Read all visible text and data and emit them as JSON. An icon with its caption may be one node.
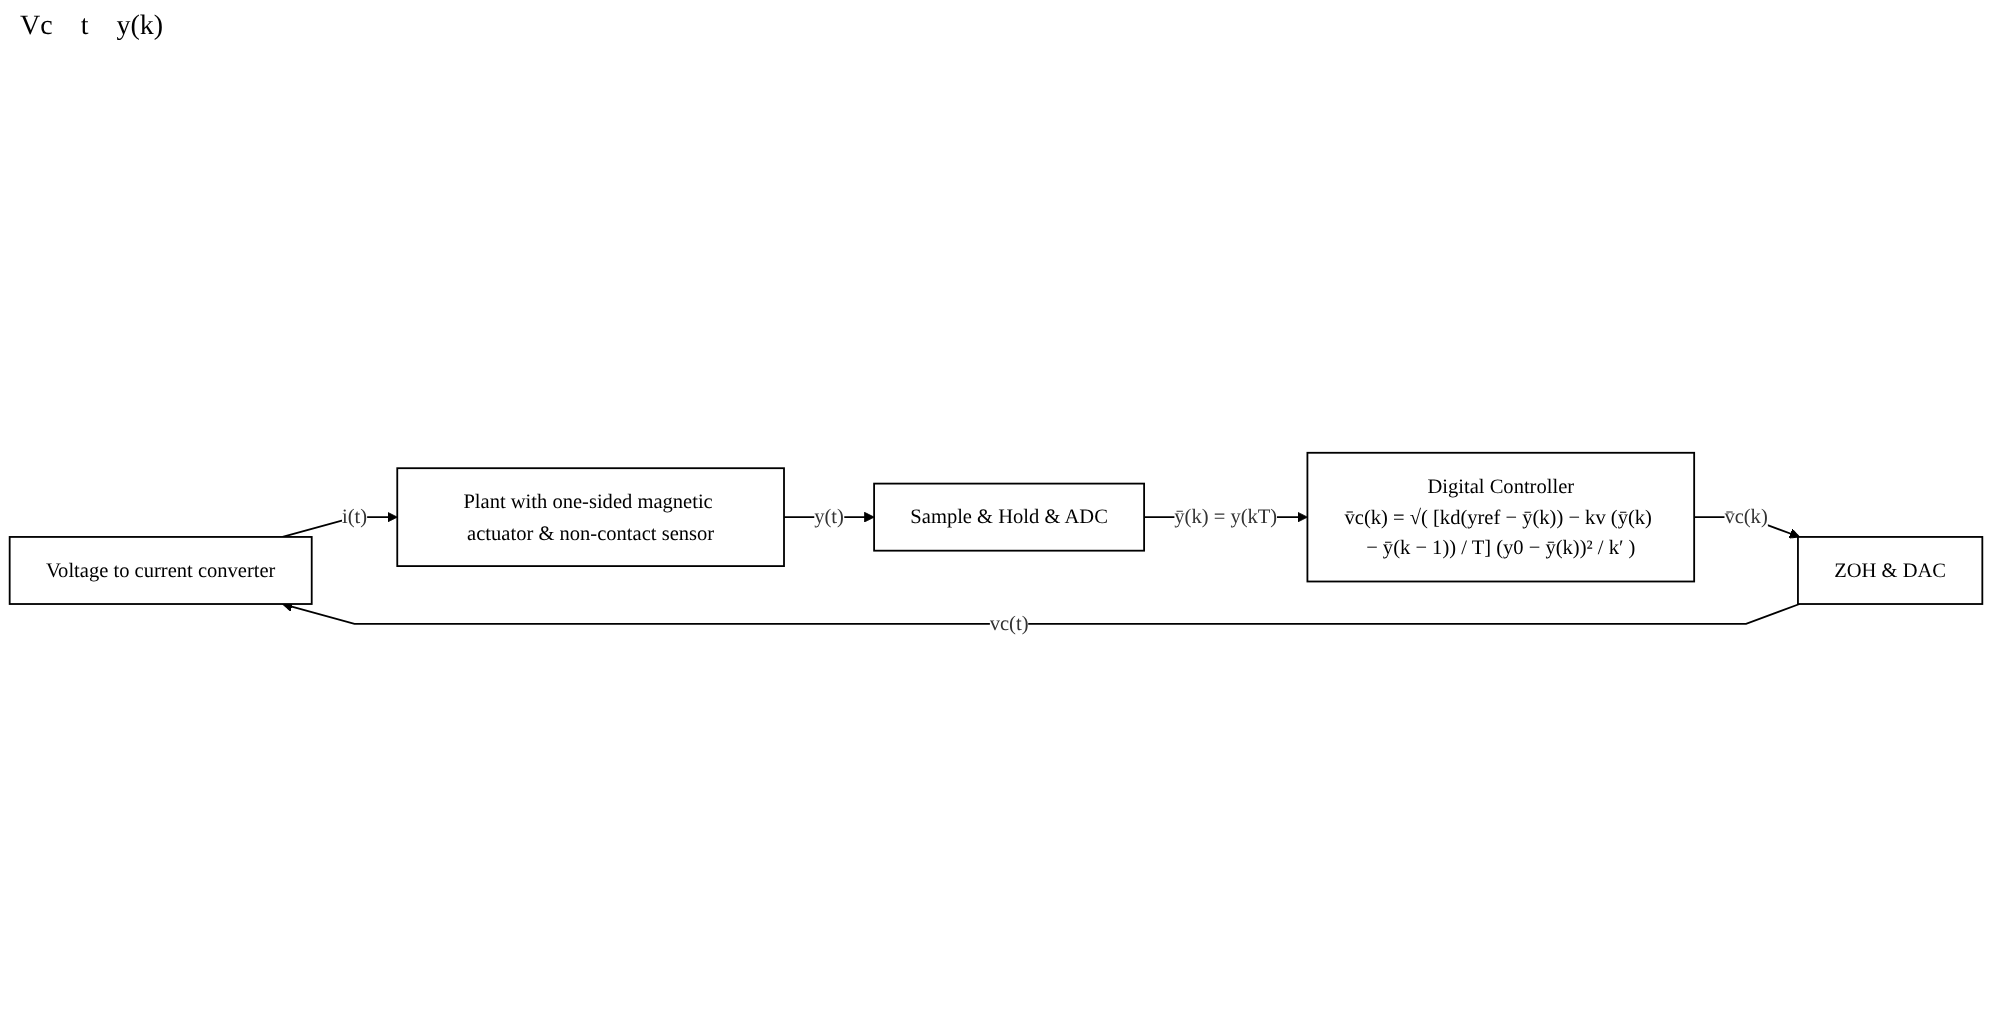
{
  "diagram": {
    "nodes": [
      {
        "text": [
          "Voltage to current converter"
        ]
      },
      {
        "text": [
          "Plant with one-sided magnetic actuator & non-contact sensor"
        ]
      },
      {
        "text": [
          "Sample & Hold & ADC"
        ]
      },
      {
        "text": [
          "Digital Controller",
          "v̄c(k) = √( [kd(yref − ȳ(k)) − kv (ȳ(k) − ȳ(k − 1)) / T] (y0 − ȳ(k))² / k′ )"
        ]
      },
      {
        "text": [
          "ZOH & DAC"
        ]
      }
    ],
    "edges": [
      {
        "from": 4,
        "to": 0,
        "arrow": "to",
        "label": "vc(t)"
      },
      {
        "from": 0,
        "to": 1,
        "arrow": "to",
        "label": "i(t)"
      },
      {
        "from": 1,
        "to": 2,
        "arrow": "to",
        "label": "y(t)"
      },
      {
        "from": 2,
        "to": 3,
        "arrow": "to",
        "label": "ȳ(k) = y(kT)"
      },
      {
        "from": 3,
        "to": 4,
        "arrow": "to",
        "label": "v̄c(k)"
      }
    ],
    "labels": [
      "Vc",
      "t",
      "y(k)"
    ]
  }
}
